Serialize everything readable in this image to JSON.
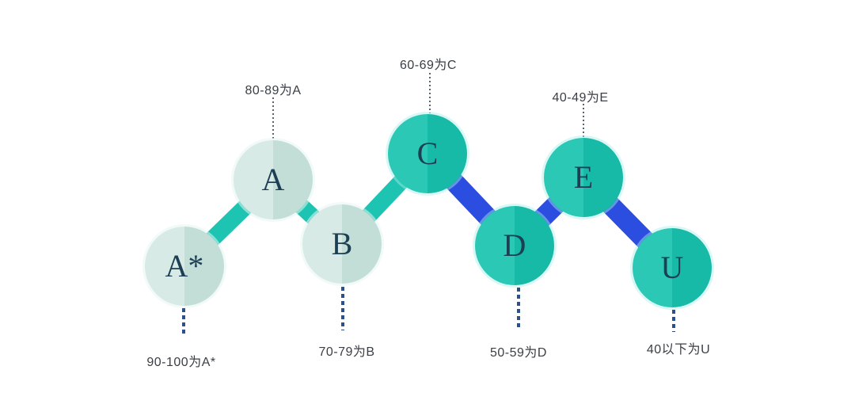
{
  "diagram": {
    "description_type": "grade-scale-zigzag",
    "colors": {
      "mint_node_left": "#d8eae5",
      "mint_node_right": "#c3ded7",
      "teal_node_left": "#2bc9b5",
      "teal_node_right": "#17b9a7",
      "link_teal": "#1dc4b2",
      "link_blue": "#2b4de0",
      "letter": "#1d3f54",
      "caption": "#3a4046",
      "leader_top": "#5a626b",
      "leader_bottom": "#2d4f8e"
    },
    "nodes": [
      {
        "letter": "A*",
        "caption": "90-100为A*",
        "caption_side": "bottom",
        "style": "mint"
      },
      {
        "letter": "A",
        "caption": "80-89为A",
        "caption_side": "top",
        "style": "mint"
      },
      {
        "letter": "B",
        "caption": "70-79为B",
        "caption_side": "bottom",
        "style": "mint"
      },
      {
        "letter": "C",
        "caption": "60-69为C",
        "caption_side": "top",
        "style": "teal"
      },
      {
        "letter": "D",
        "caption": "50-59为D",
        "caption_side": "bottom",
        "style": "teal"
      },
      {
        "letter": "E",
        "caption": "40-49为E",
        "caption_side": "top",
        "style": "teal"
      },
      {
        "letter": "U",
        "caption": "40以下为U",
        "caption_side": "bottom",
        "style": "teal"
      }
    ],
    "links": [
      {
        "from": "A*",
        "to": "A",
        "color": "teal"
      },
      {
        "from": "A",
        "to": "B",
        "color": "teal"
      },
      {
        "from": "B",
        "to": "C",
        "color": "teal"
      },
      {
        "from": "C",
        "to": "D",
        "color": "blue"
      },
      {
        "from": "D",
        "to": "E",
        "color": "blue"
      },
      {
        "from": "E",
        "to": "U",
        "color": "blue"
      }
    ]
  }
}
